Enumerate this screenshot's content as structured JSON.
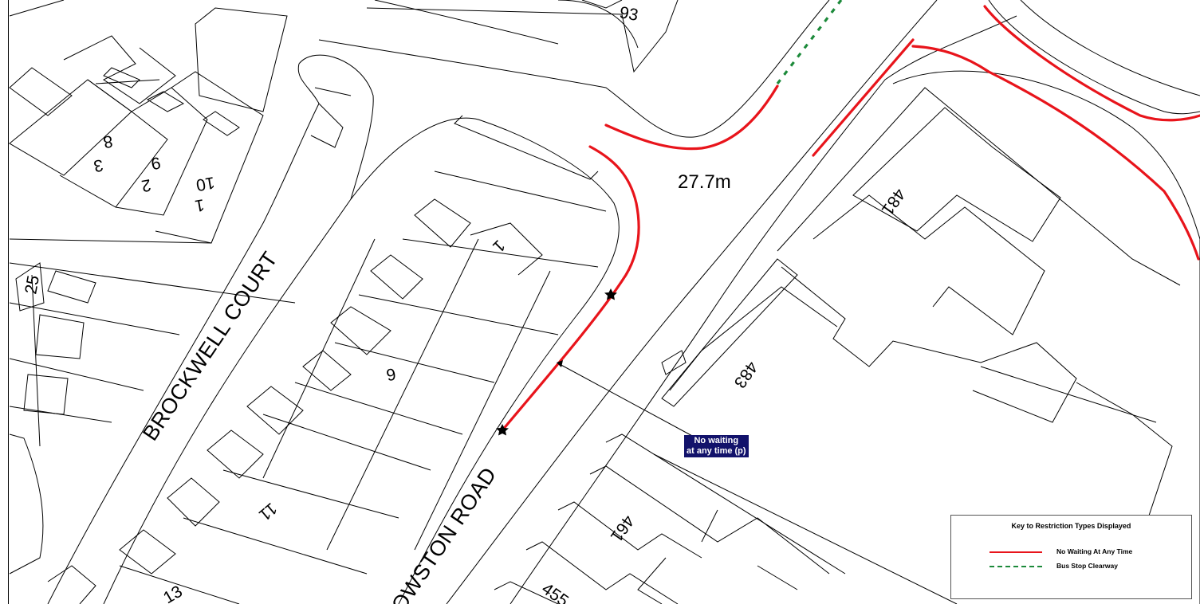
{
  "map": {
    "distance_label": "27.7m",
    "road_names": {
      "brockwell_court": "BROCKWELL COURT",
      "main_road": "OWSTON ROAD"
    },
    "property_numbers": [
      "93",
      "8",
      "3",
      "9",
      "2",
      "10",
      "1",
      "25",
      "1",
      "6",
      "11",
      "481",
      "483",
      "461",
      "455",
      "13"
    ]
  },
  "annotation": {
    "restriction_label": "No waiting\nat any time (p)"
  },
  "legend": {
    "title": "Key to Restriction Types Displayed",
    "items": [
      {
        "label": "No Waiting At Any Time",
        "color": "#e8141b",
        "style": "solid"
      },
      {
        "label": "Bus Stop Clearway",
        "color": "#1c8a3a",
        "style": "dashed"
      }
    ]
  },
  "colors": {
    "restriction_red": "#e8141b",
    "bus_green": "#1c8a3a",
    "label_navy": "#12126b"
  }
}
